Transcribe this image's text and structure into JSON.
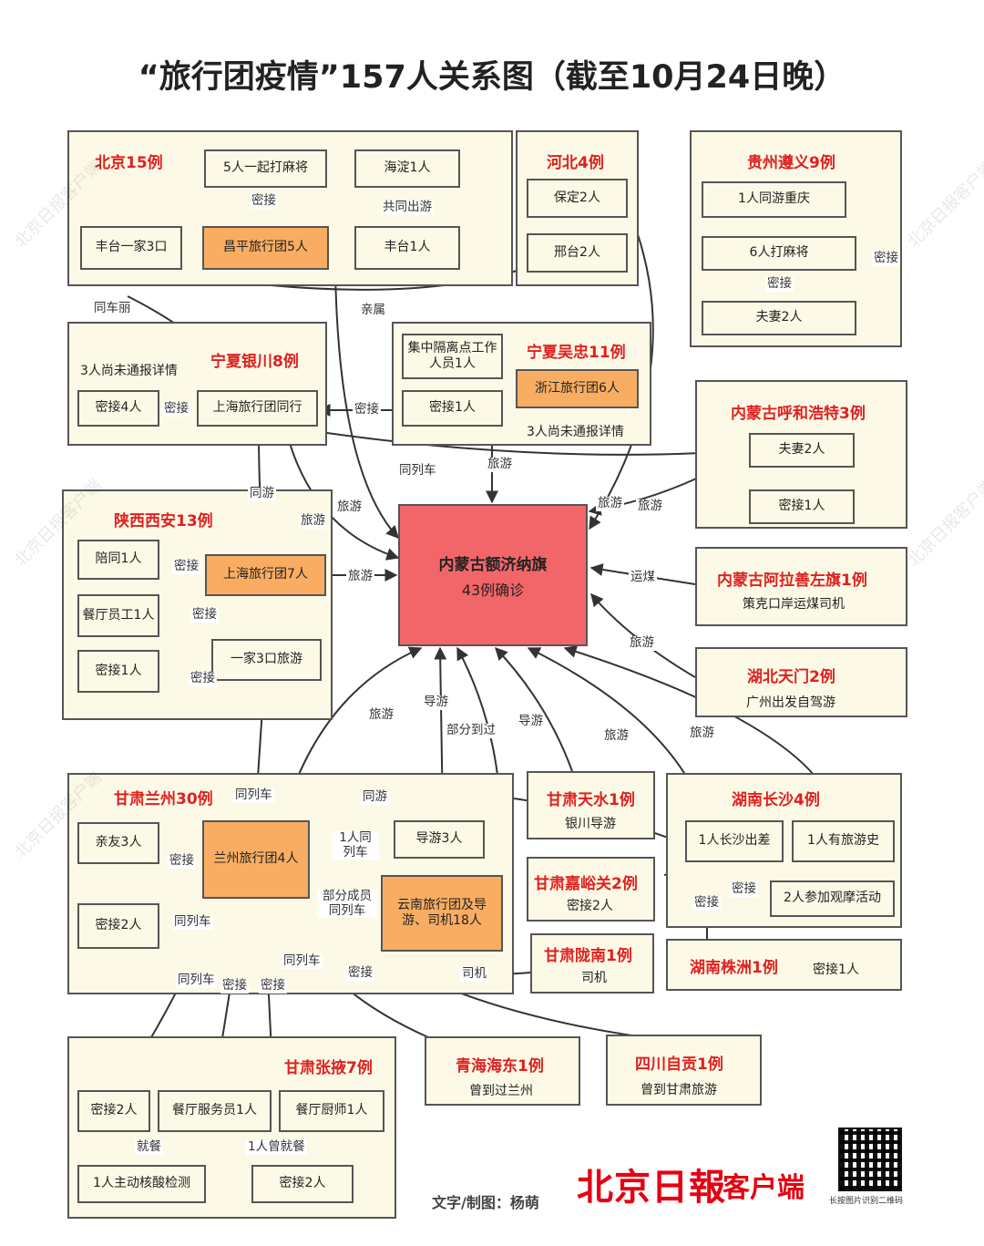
{
  "title": "“旅行团疫情”157人关系图（截至10月24日晚）",
  "central": {
    "name": "内蒙古额济纳旗",
    "cases": "43例确诊"
  },
  "groups": {
    "beijing": "北京15例",
    "hebei": "河北4例",
    "guizhou": "贵州遵义9例",
    "yinchuan": "宁夏银川8例",
    "wuzhong": "宁夏吴忠11例",
    "hohhot": "内蒙古呼和浩特3例",
    "xian": "陕西西安13例",
    "alxa": "内蒙古阿拉善左旗1例",
    "tianmen": "湖北天门2例",
    "lanzhou": "甘肃兰州30例",
    "tianshui": "甘肃天水1例",
    "changsha": "湖南长沙4例",
    "jiayuguan": "甘肃嘉峪关2例",
    "longnan": "甘肃陇南1例",
    "zhuzhou": "湖南株洲1例",
    "zhangye": "甘肃张掖7例",
    "haidong": "青海海东1例",
    "zigong": "四川自贡1例"
  },
  "nodes": {
    "bj_mahjong": "5人一起打麻将",
    "bj_haidian": "海淀1人",
    "bj_fengtai_family": "丰台一家3口",
    "bj_changping": "昌平旅行团5人",
    "bj_fengtai1": "丰台1人",
    "hb_baoding": "保定2人",
    "hb_xingtai": "邢台2人",
    "gz_chongqing": "1人同游重庆",
    "gz_mahjong": "6人打麻将",
    "gz_couple": "夫妻2人",
    "wz_quarantine": "集中隔离点工作人员1人",
    "wz_zhejiang": "浙江旅行团6人",
    "wz_contact": "密接1人",
    "yc_contact": "密接4人",
    "yc_shanghai": "上海旅行团同行",
    "hh_couple": "夫妻2人",
    "hh_contact": "密接1人",
    "xa_escort": "陪同1人",
    "xa_shanghai": "上海旅行团7人",
    "xa_staff": "餐厅员工1人",
    "xa_contact": "密接1人",
    "xa_family": "一家3口旅游",
    "alxa_sub": "策克口岸运煤司机",
    "tm_sub": "广州出发自驾游",
    "lz_relatives": "亲友3人",
    "lz_group": "兰州旅行团4人",
    "lz_guides": "导游3人",
    "lz_contact": "密接2人",
    "lz_yunnan": "云南旅行团及导游、司机18人",
    "ts_sub": "银川导游",
    "cs_business": "1人长沙出差",
    "cs_history": "1人有旅游史",
    "cs_meeting": "2人参加观摩活动",
    "jyg_sub": "密接2人",
    "ln_sub": "司机",
    "zz_sub": "密接1人",
    "zy_contact2": "密接2人",
    "zy_waiter": "餐厅服务员1人",
    "zy_chef": "餐厅厨师1人",
    "zy_test": "1人主动核酸检测",
    "zy_contact2b": "密接2人",
    "hd_sub": "曾到过兰州",
    "zg_sub": "曾到甘肃旅游"
  },
  "notes": {
    "yc_pending": "3人尚未通报详情",
    "wz_pending": "3人尚未通报详情"
  },
  "edge_labels": {
    "e1": "密接",
    "e2": "共同出游",
    "e3": "同车丽",
    "e4": "亲属",
    "e5": "密接",
    "e6": "密接",
    "e7": "密接",
    "e8": "同列车",
    "e9": "旅游",
    "e10": "同游",
    "e11": "旅游",
    "e12": "旅游",
    "e13": "旅游",
    "e14": "旅游",
    "e15": "密接",
    "e16": "旅游",
    "e17": "密接",
    "e18": "运煤",
    "e19": "旅游",
    "e20": "旅游",
    "e21": "导游",
    "e22": "部分到过",
    "e23": "导游",
    "e24": "旅游",
    "e25": "旅游",
    "e26": "同列车",
    "e27": "同游",
    "e28": "1人同列车",
    "e29": "密接",
    "e30": "部分成员同列车",
    "e31": "同列车",
    "e32": "司机",
    "e33": "同列车",
    "e34": "密接",
    "e35": "密接",
    "e36": "同列车",
    "e37": "密接",
    "e38": "密接",
    "e39": "密接",
    "e40": "就餐",
    "e41": "1人曾就餐"
  },
  "footer": {
    "credit": "文字/制图：杨萌",
    "brand": "北京日報",
    "brand_suffix": "客户端",
    "qr_caption": "长按图片识别二维码"
  },
  "watermark": "北京日报客户端",
  "colors": {
    "central": "#f2666a",
    "highlight": "#f8ad62",
    "group_bg": "#fcfae6",
    "label": "#e02020"
  }
}
